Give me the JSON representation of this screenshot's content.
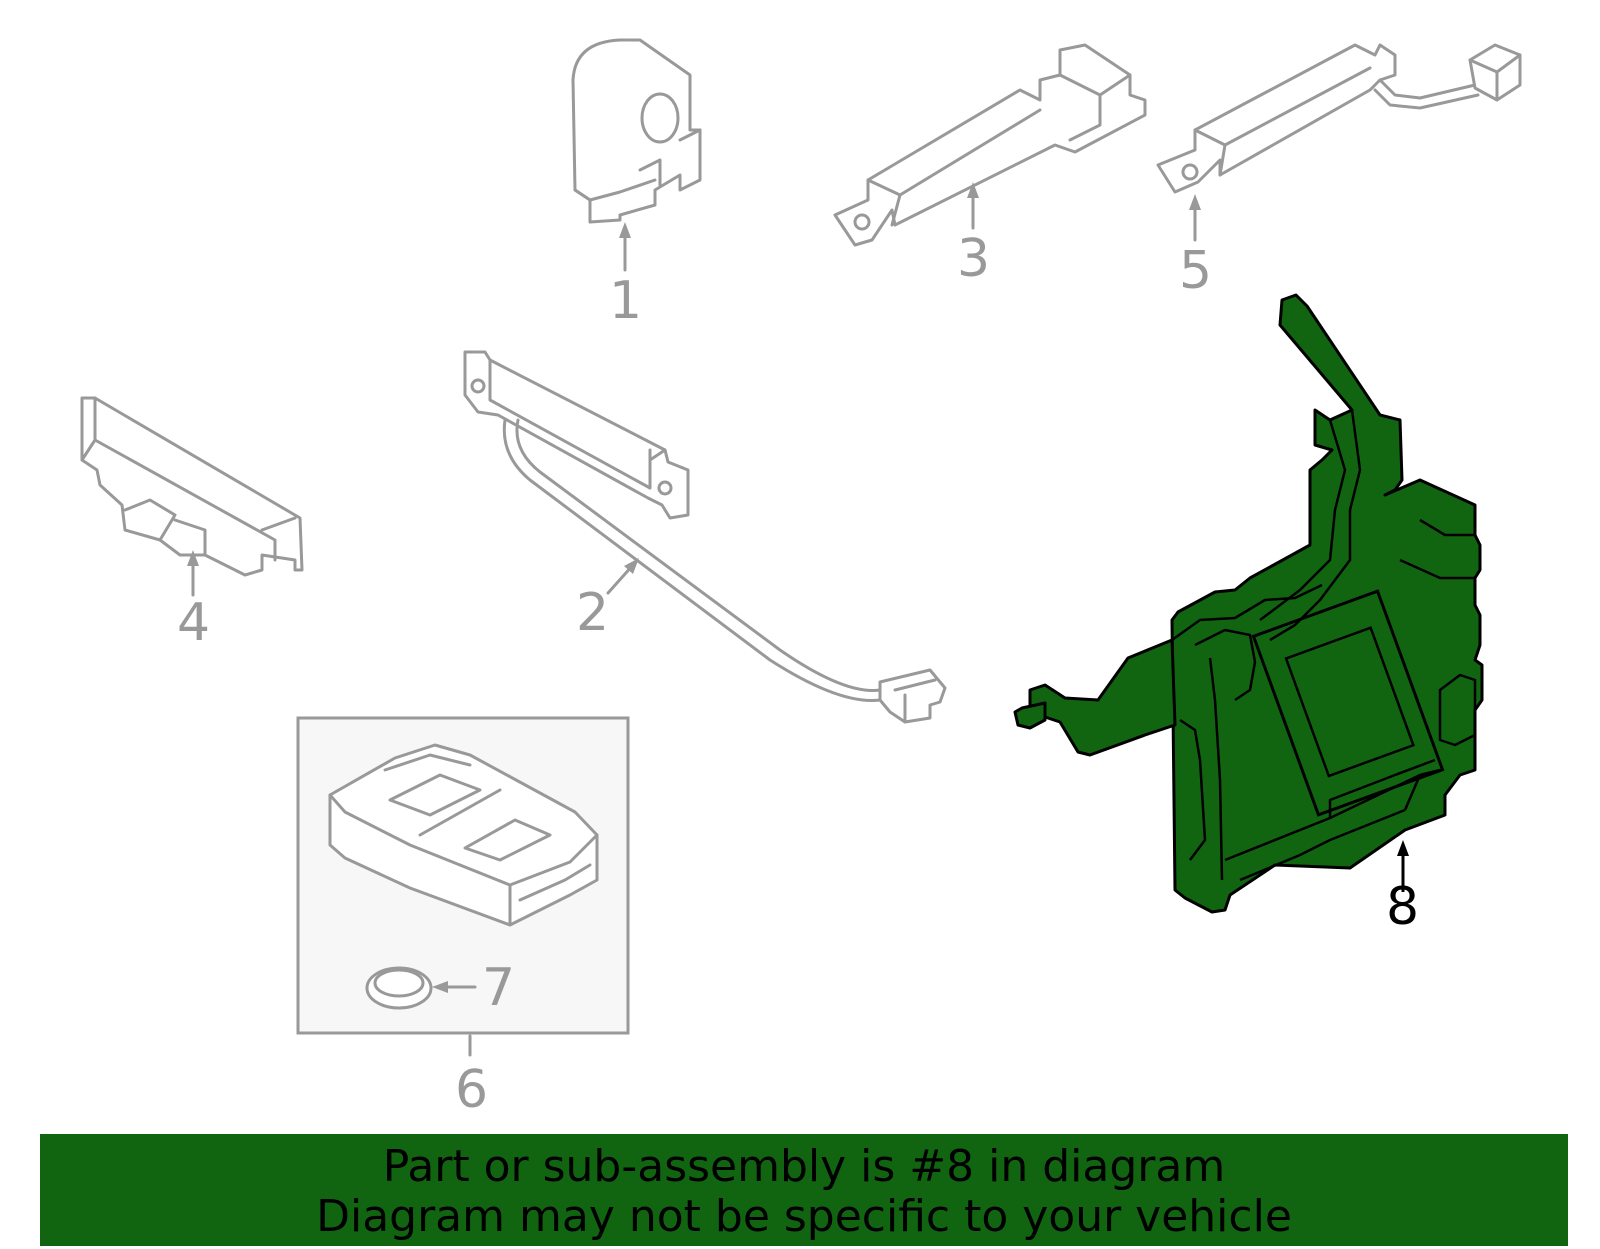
{
  "callouts": {
    "c1": "1",
    "c2": "2",
    "c3": "3",
    "c4": "4",
    "c5": "5",
    "c6": "6",
    "c7": "7",
    "c8": "8"
  },
  "banner": {
    "line1": "Part or sub-assembly is #8 in diagram",
    "line2": "Diagram may not be specific to your vehicle"
  },
  "colors": {
    "highlight": "#116511",
    "part_outline": "#999999",
    "banner_background": "#116511"
  }
}
